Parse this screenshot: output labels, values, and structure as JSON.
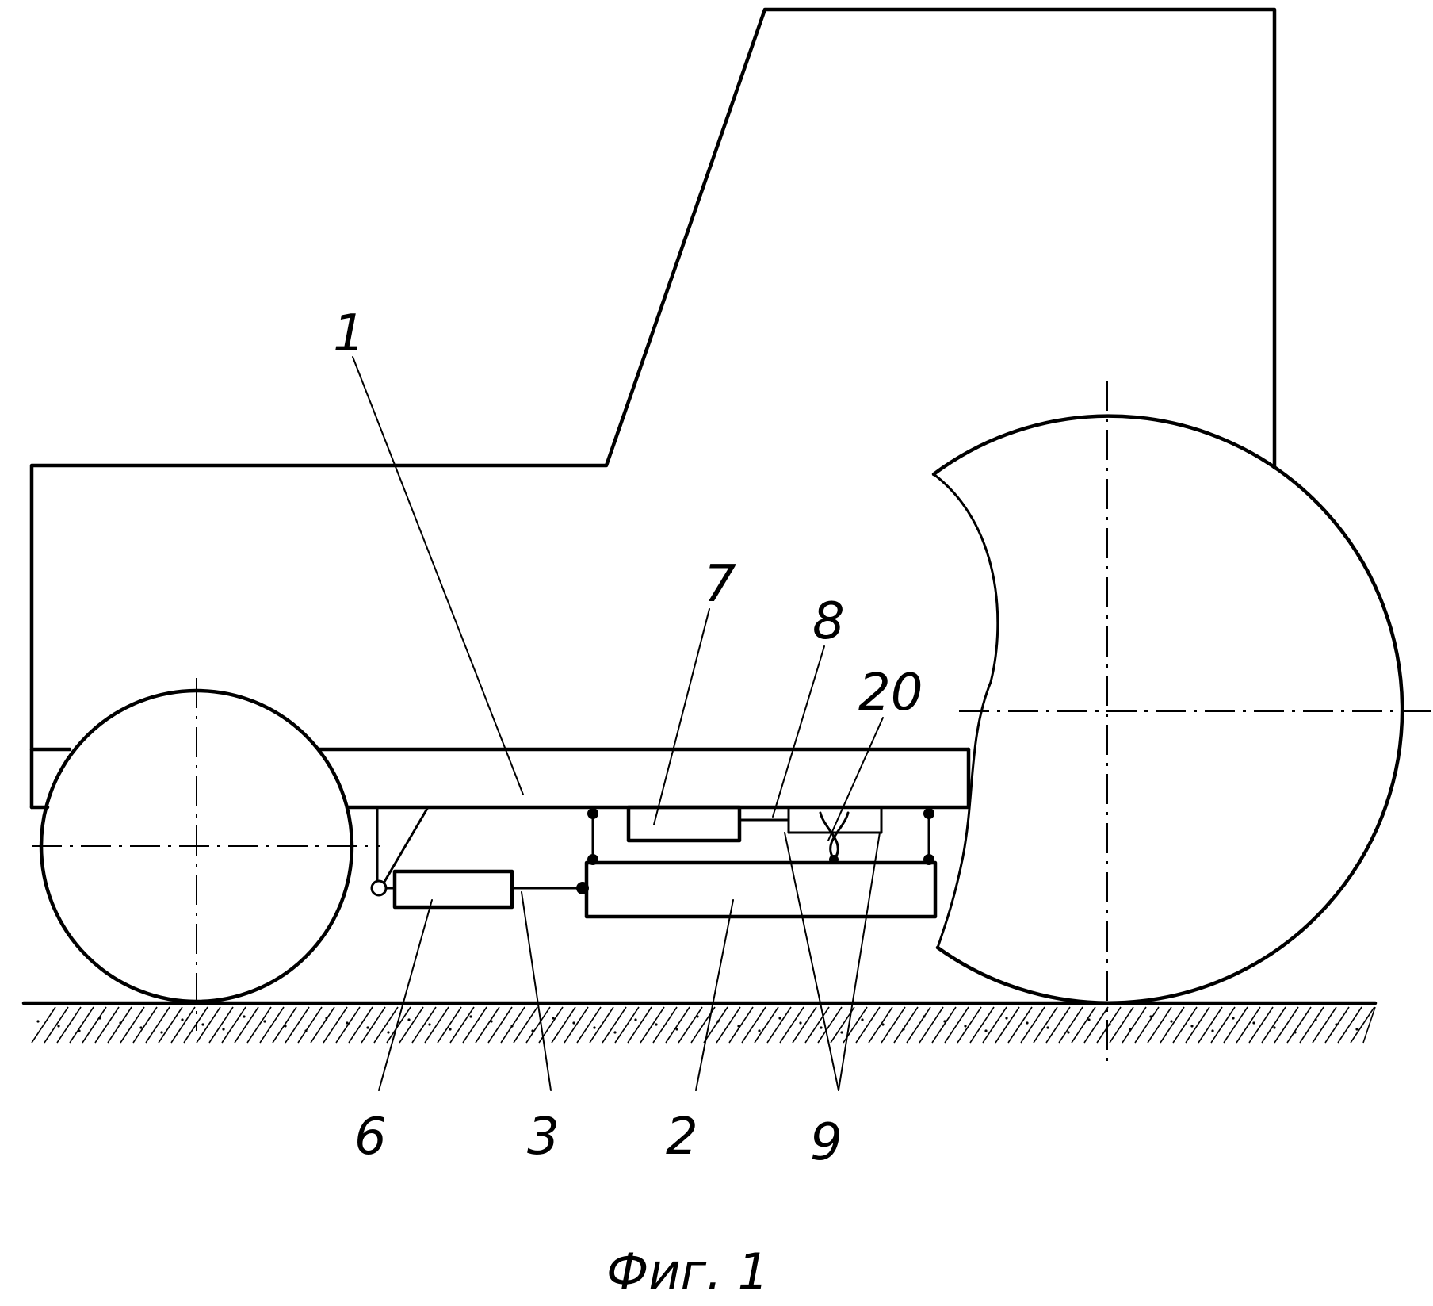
{
  "figure": {
    "caption": "Фиг. 1"
  },
  "labels": [
    {
      "id": "1",
      "text": "1"
    },
    {
      "id": "2",
      "text": "2"
    },
    {
      "id": "3",
      "text": "3"
    },
    {
      "id": "6",
      "text": "6"
    },
    {
      "id": "7",
      "text": "7"
    },
    {
      "id": "8",
      "text": "8"
    },
    {
      "id": "9",
      "text": "9"
    },
    {
      "id": "20",
      "text": "20"
    }
  ]
}
